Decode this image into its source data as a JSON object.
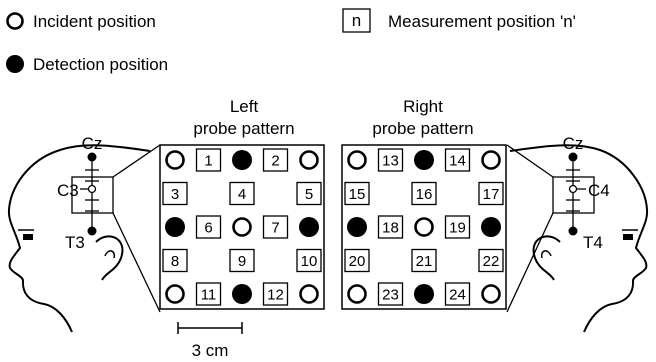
{
  "legend": {
    "incident": "Incident position",
    "detection": "Detection position",
    "measurement_box": "n",
    "measurement": "Measurement position 'n'"
  },
  "left_panel": {
    "title_line1": "Left",
    "title_line2": "probe pattern",
    "rows": [
      [
        "incident",
        "1",
        "detection",
        "2",
        "incident"
      ],
      [
        "3",
        "",
        "4",
        "",
        "5"
      ],
      [
        "detection",
        "6",
        "incident",
        "7",
        "detection"
      ],
      [
        "8",
        "",
        "9",
        "",
        "10"
      ],
      [
        "incident",
        "11",
        "detection",
        "12",
        "incident"
      ]
    ]
  },
  "right_panel": {
    "title_line1": "Right",
    "title_line2": "probe pattern",
    "rows": [
      [
        "incident",
        "13",
        "detection",
        "14",
        "incident"
      ],
      [
        "15",
        "",
        "16",
        "",
        "17"
      ],
      [
        "detection",
        "18",
        "incident",
        "19",
        "detection"
      ],
      [
        "20",
        "",
        "21",
        "",
        "22"
      ],
      [
        "incident",
        "23",
        "detection",
        "24",
        "incident"
      ]
    ]
  },
  "head_left": {
    "cz": "Cz",
    "c": "C3",
    "t": "T3"
  },
  "head_right": {
    "cz": "Cz",
    "c": "C4",
    "t": "T4"
  },
  "scale": "3 cm",
  "colors": {
    "ink": "#000000",
    "background": "#ffffff"
  }
}
